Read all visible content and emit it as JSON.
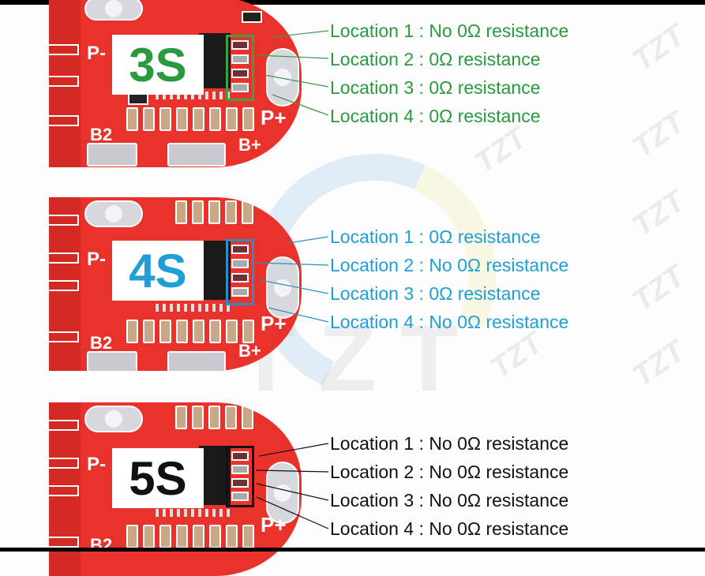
{
  "watermark": {
    "logo_text": "TZT",
    "stamp_text": "TZT"
  },
  "pcb_silkscreen": {
    "p_minus": "P-",
    "p_plus": "P+",
    "b2": "B2",
    "b_plus": "B+"
  },
  "configs": [
    {
      "label": "3S",
      "color": "#2a9a3e",
      "locations": [
        {
          "name": "Location 1",
          "separator": ":",
          "value": "No 0Ω resistance"
        },
        {
          "name": "Location 2",
          "separator": ":",
          "value": "0Ω resistance"
        },
        {
          "name": "Location 3",
          "separator": ":",
          "value": "0Ω resistance"
        },
        {
          "name": "Location 4",
          "separator": ":",
          "value": "0Ω resistance"
        }
      ]
    },
    {
      "label": "4S",
      "color": "#1f9fd6",
      "locations": [
        {
          "name": "Location 1",
          "separator": ":",
          "value": "0Ω resistance"
        },
        {
          "name": "Location 2",
          "separator": ":",
          "value": "No 0Ω resistance"
        },
        {
          "name": "Location 3",
          "separator": ":",
          "value": "0Ω resistance"
        },
        {
          "name": "Location 4",
          "separator": ":",
          "value": "No 0Ω resistance"
        }
      ]
    },
    {
      "label": "5S",
      "color": "#111111",
      "locations": [
        {
          "name": "Location 1",
          "separator": ":",
          "value": "No 0Ω resistance"
        },
        {
          "name": "Location 2",
          "separator": ":",
          "value": "No 0Ω resistance"
        },
        {
          "name": "Location 3",
          "separator": ":",
          "value": "No 0Ω resistance"
        },
        {
          "name": "Location 4",
          "separator": ":",
          "value": "No 0Ω resistance"
        }
      ]
    }
  ]
}
